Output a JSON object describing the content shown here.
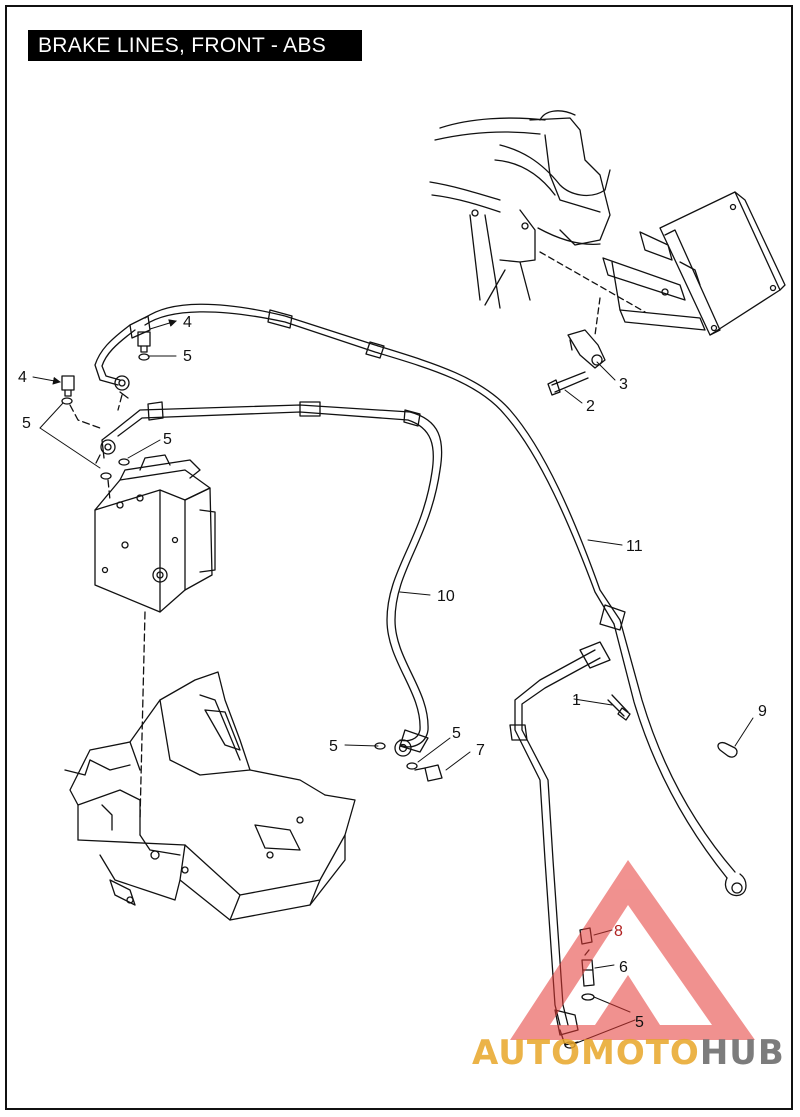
{
  "title": "BRAKE LINES, FRONT - ABS",
  "callouts": {
    "c1": "1",
    "c2": "2",
    "c3": "3",
    "c4a": "4",
    "c4b": "4",
    "c5a": "5",
    "c5b": "5",
    "c5c": "5",
    "c5d": "5",
    "c5e": "5",
    "c5f": "5",
    "c6": "6",
    "c7": "7",
    "c8": "8",
    "c9": "9",
    "c10": "10",
    "c11": "11"
  },
  "watermark": {
    "part1": "AUTO",
    "part2": "MOTO",
    "part3": "HUB"
  },
  "colors": {
    "line": "#111111",
    "title_bg": "#000000",
    "watermark_red": "#e53935",
    "watermark_orange": "#e8a628",
    "watermark_gray": "#6e6e6e",
    "callout_8": "#b02020"
  }
}
